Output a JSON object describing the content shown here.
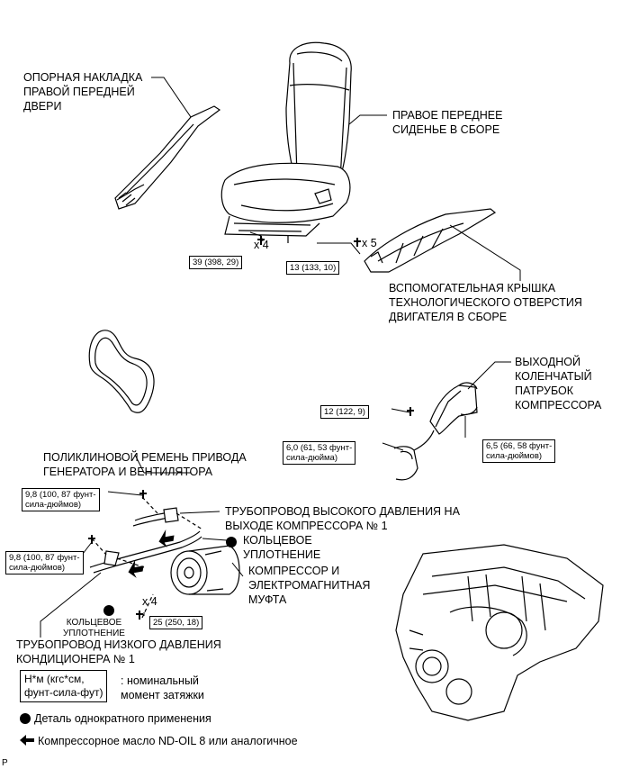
{
  "labels": {
    "door_scuff": "ОПОРНАЯ НАКЛАДКА\nПРАВОЙ ПЕРЕДНЕЙ\nДВЕРИ",
    "seat": "ПРАВОЕ ПЕРЕДНЕЕ\nСИДЕНЬЕ В СБОРЕ",
    "service_cover": "ВСПОМОГАТЕЛЬНАЯ КРЫШКА\nТЕХНОЛОГИЧЕСКОГО ОТВЕРСТИЯ\nДВИГАТЕЛЯ В СБОРЕ",
    "outlet_elbow": "ВЫХОДНОЙ\nКОЛЕНЧАТЫЙ\nПАТРУБОК\nКОМПРЕССОРА",
    "belt": "ПОЛИКЛИНОВОЙ РЕМЕНЬ ПРИВОДА\nГЕНЕРАТОРА И ВЕНТИЛЯТОРА",
    "discharge_hose": "ТРУБОПРОВОД ВЫСОКОГО ДАВЛЕНИЯ НА\nВЫХОДЕ КОМПРЕССОРА № 1",
    "o_ring_upper": "КОЛЬЦЕВОЕ\nУПЛОТНЕНИЕ",
    "compressor": "КОМПРЕССОР И\nЭЛЕКТРОМАГНИТНАЯ\nМУФТА",
    "o_ring_lower": "КОЛЬЦЕВОЕ\nУПЛОТНЕНИЕ",
    "suction_hose": "ТРУБОПРОВОД НИЗКОГО ДАВЛЕНИЯ\nКОНДИЦИОНЕРА № 1"
  },
  "torques": {
    "seat_bolt": "39 (398, 29)",
    "cover_bolt": "13 (133, 10)",
    "elbow_bolt": "12 (122, 9)",
    "elbow_clamp": "6,0 (61, 53 фунт-\nсила-дюйма)",
    "elbow_nut": "6,5 (66, 58 фунт-\nсила-дюймов)",
    "discharge_bolt": "9,8 (100, 87 фунт-\nсила-дюймов)",
    "suction_bolt": "9,8 (100, 87 фунт-\nсила-дюймов)",
    "compressor_bolt": "25 (250, 18)"
  },
  "quantities": {
    "seat": "x 4",
    "cover": "x 5",
    "compressor": "x 4"
  },
  "legend": {
    "unit_box": "Н*м (кгс*см,\nфунт-сила-фут)",
    "unit_desc": ": номинальный\nмомент затяжки",
    "non_reusable": "Деталь однократного применения",
    "oil": "Компрессорное масло ND-OIL 8 или аналогичное"
  },
  "figure_code": "P"
}
